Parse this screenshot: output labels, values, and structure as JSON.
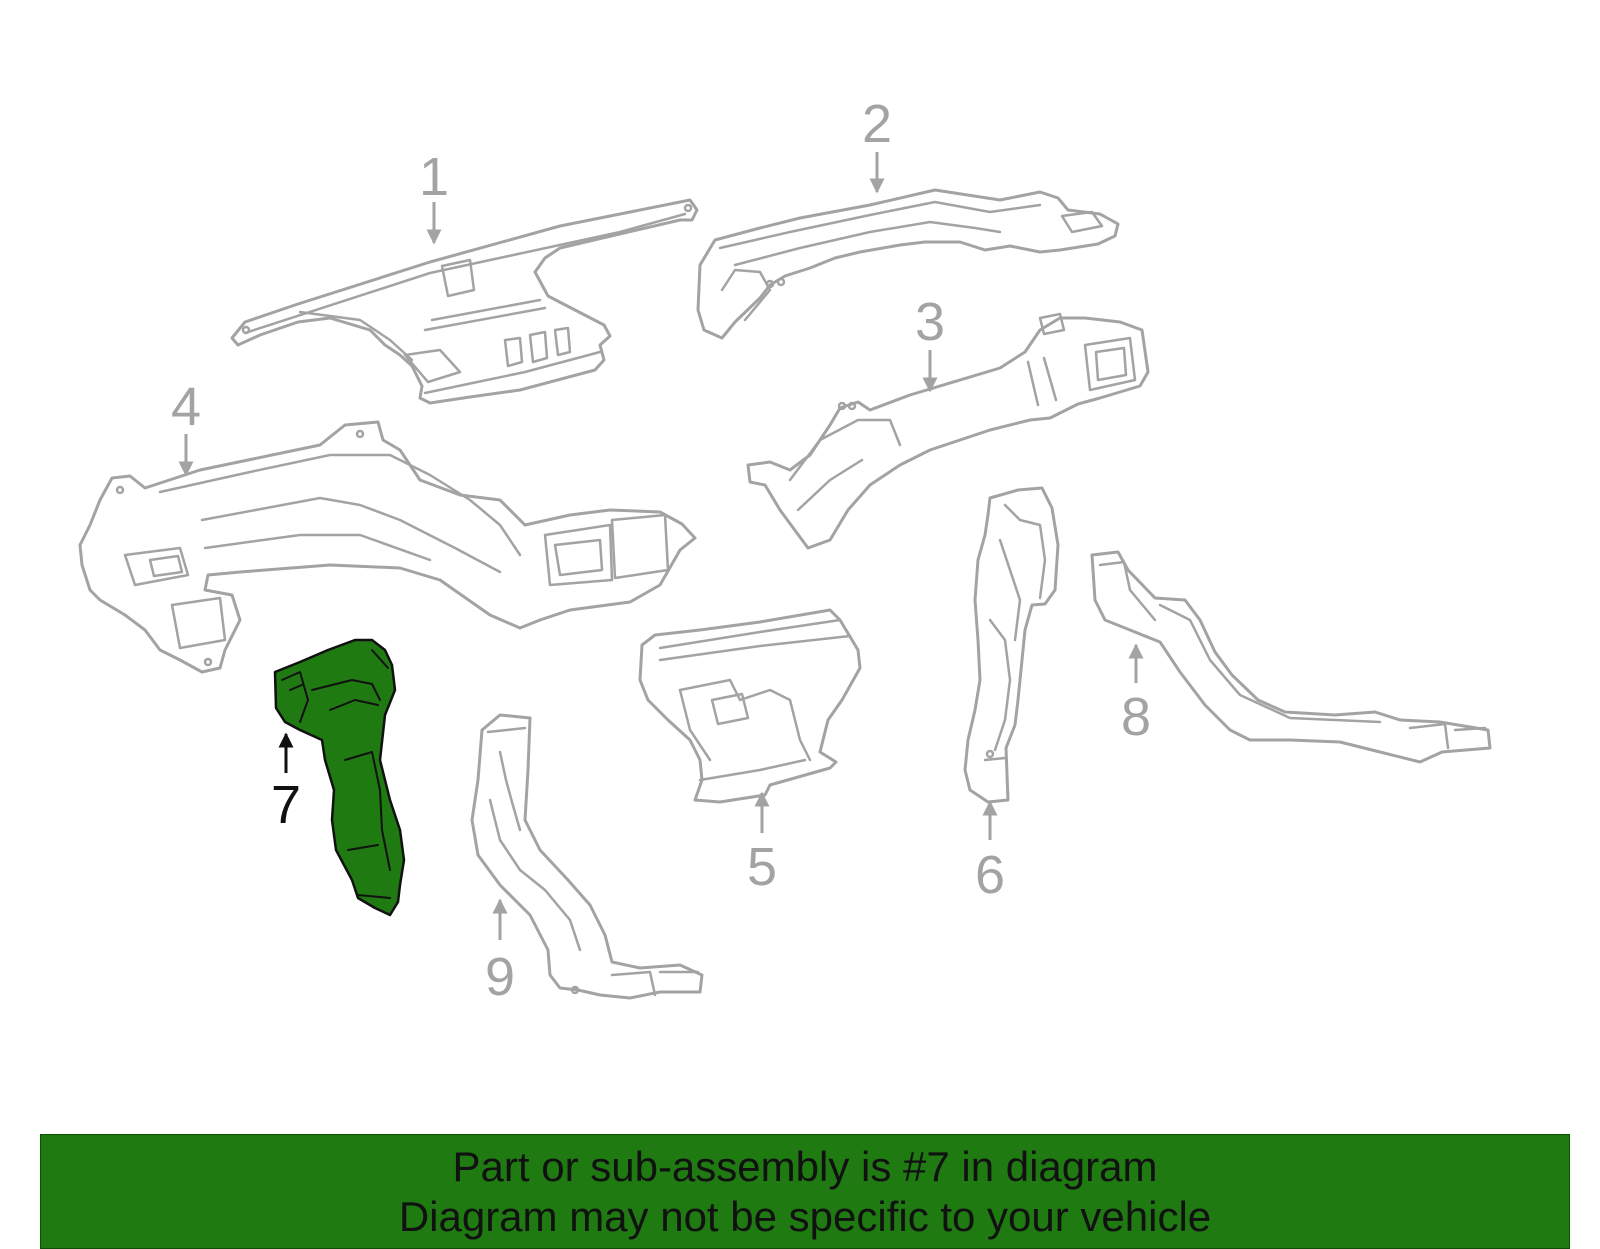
{
  "diagram": {
    "highlight_color": "#1f7a12",
    "highlighted_part": "7",
    "callouts": [
      "1",
      "2",
      "3",
      "4",
      "5",
      "6",
      "7",
      "8",
      "9"
    ]
  },
  "banner": {
    "line1": "Part or sub-assembly is #7 in diagram",
    "line2": "Diagram may not be specific to your vehicle"
  }
}
